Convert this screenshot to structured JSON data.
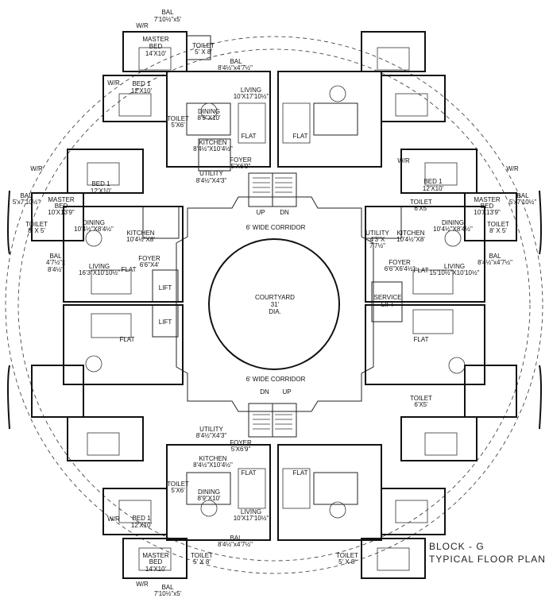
{
  "title": {
    "line1": "BLOCK  -  G",
    "line2": "TYPICAL FLOOR PLAN"
  },
  "courtyard": {
    "line1": "COURTYARD",
    "line2": "31'",
    "line3": "DIA."
  },
  "corridor": "6' WIDE CORRIDOR",
  "stairs": {
    "up": "UP",
    "dn": "DN"
  },
  "core": {
    "lift": "LIFT",
    "service_lift_1": "SERVICE",
    "service_lift_2": "LIFT",
    "flat": "FLAT"
  },
  "rooms": {
    "bal": "BAL",
    "bal_top": "7'10½\"x5'",
    "bal_side": "5'x7'10½\"",
    "bal_small": "8'4½\"x4'7½\"",
    "bal_left": "4'7½\"x",
    "bal_left2": "8'4½\"",
    "master": "MASTER",
    "bed": "BED",
    "master_size": "14'X10'",
    "master_side_size": "10'X13'9\"",
    "bed1": "BED 1",
    "bed1_size": "12'X10'",
    "toilet": "TOILET",
    "toilet_a": "5' X 8'",
    "toilet_b": "5'X6'",
    "toilet_c": "6'X5'",
    "toilet_d": "8' X 5'",
    "living": "LIVING",
    "living_size": "10'X17'10½\"",
    "living_side": "16'3\"X10'10½\"",
    "living_side_r": "15'10½\"X10'10½\"",
    "dining": "DINING",
    "dining_size": "8'9\"X10'",
    "dining_side": "10'4½\"X8'4½\"",
    "kitchen": "KITCHEN",
    "kitchen_size": "8'4½\"X10'4½\"",
    "kitchen_side": "10'4½\"X8'",
    "utility": "UTILITY",
    "utility_size": "8'4½\"X4'3\"",
    "utility_side": "4'3\"X",
    "utility_side2": "7'7½\"",
    "foyer": "FOYER",
    "foyer_size": "5'X6'9\"",
    "foyer_side": "6'6\"X4'",
    "foyer_side_r": "6'6\"X6'4½\"",
    "wr": "W/R"
  }
}
